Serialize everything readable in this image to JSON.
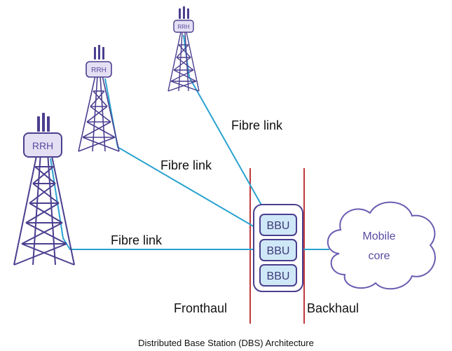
{
  "towers": {
    "rrh_label": "RRH"
  },
  "links": {
    "top": "Fibre link",
    "middle": "Fibre link",
    "bottom": "Fibre link"
  },
  "bbu": {
    "units": [
      "BBU",
      "BBU",
      "BBU"
    ]
  },
  "cloud": {
    "line1": "Mobile",
    "line2": "core"
  },
  "sections": {
    "fronthaul": "Fronthaul",
    "backhaul": "Backhaul"
  },
  "caption": "Distributed Base Station (DBS) Architecture",
  "colors": {
    "tower": "#4a3f8f",
    "fibre": "#2aa3d0",
    "divider": "#c0393b",
    "bbu_fill": "#cfe8f7",
    "cloud_stroke": "#6b5bb0"
  }
}
